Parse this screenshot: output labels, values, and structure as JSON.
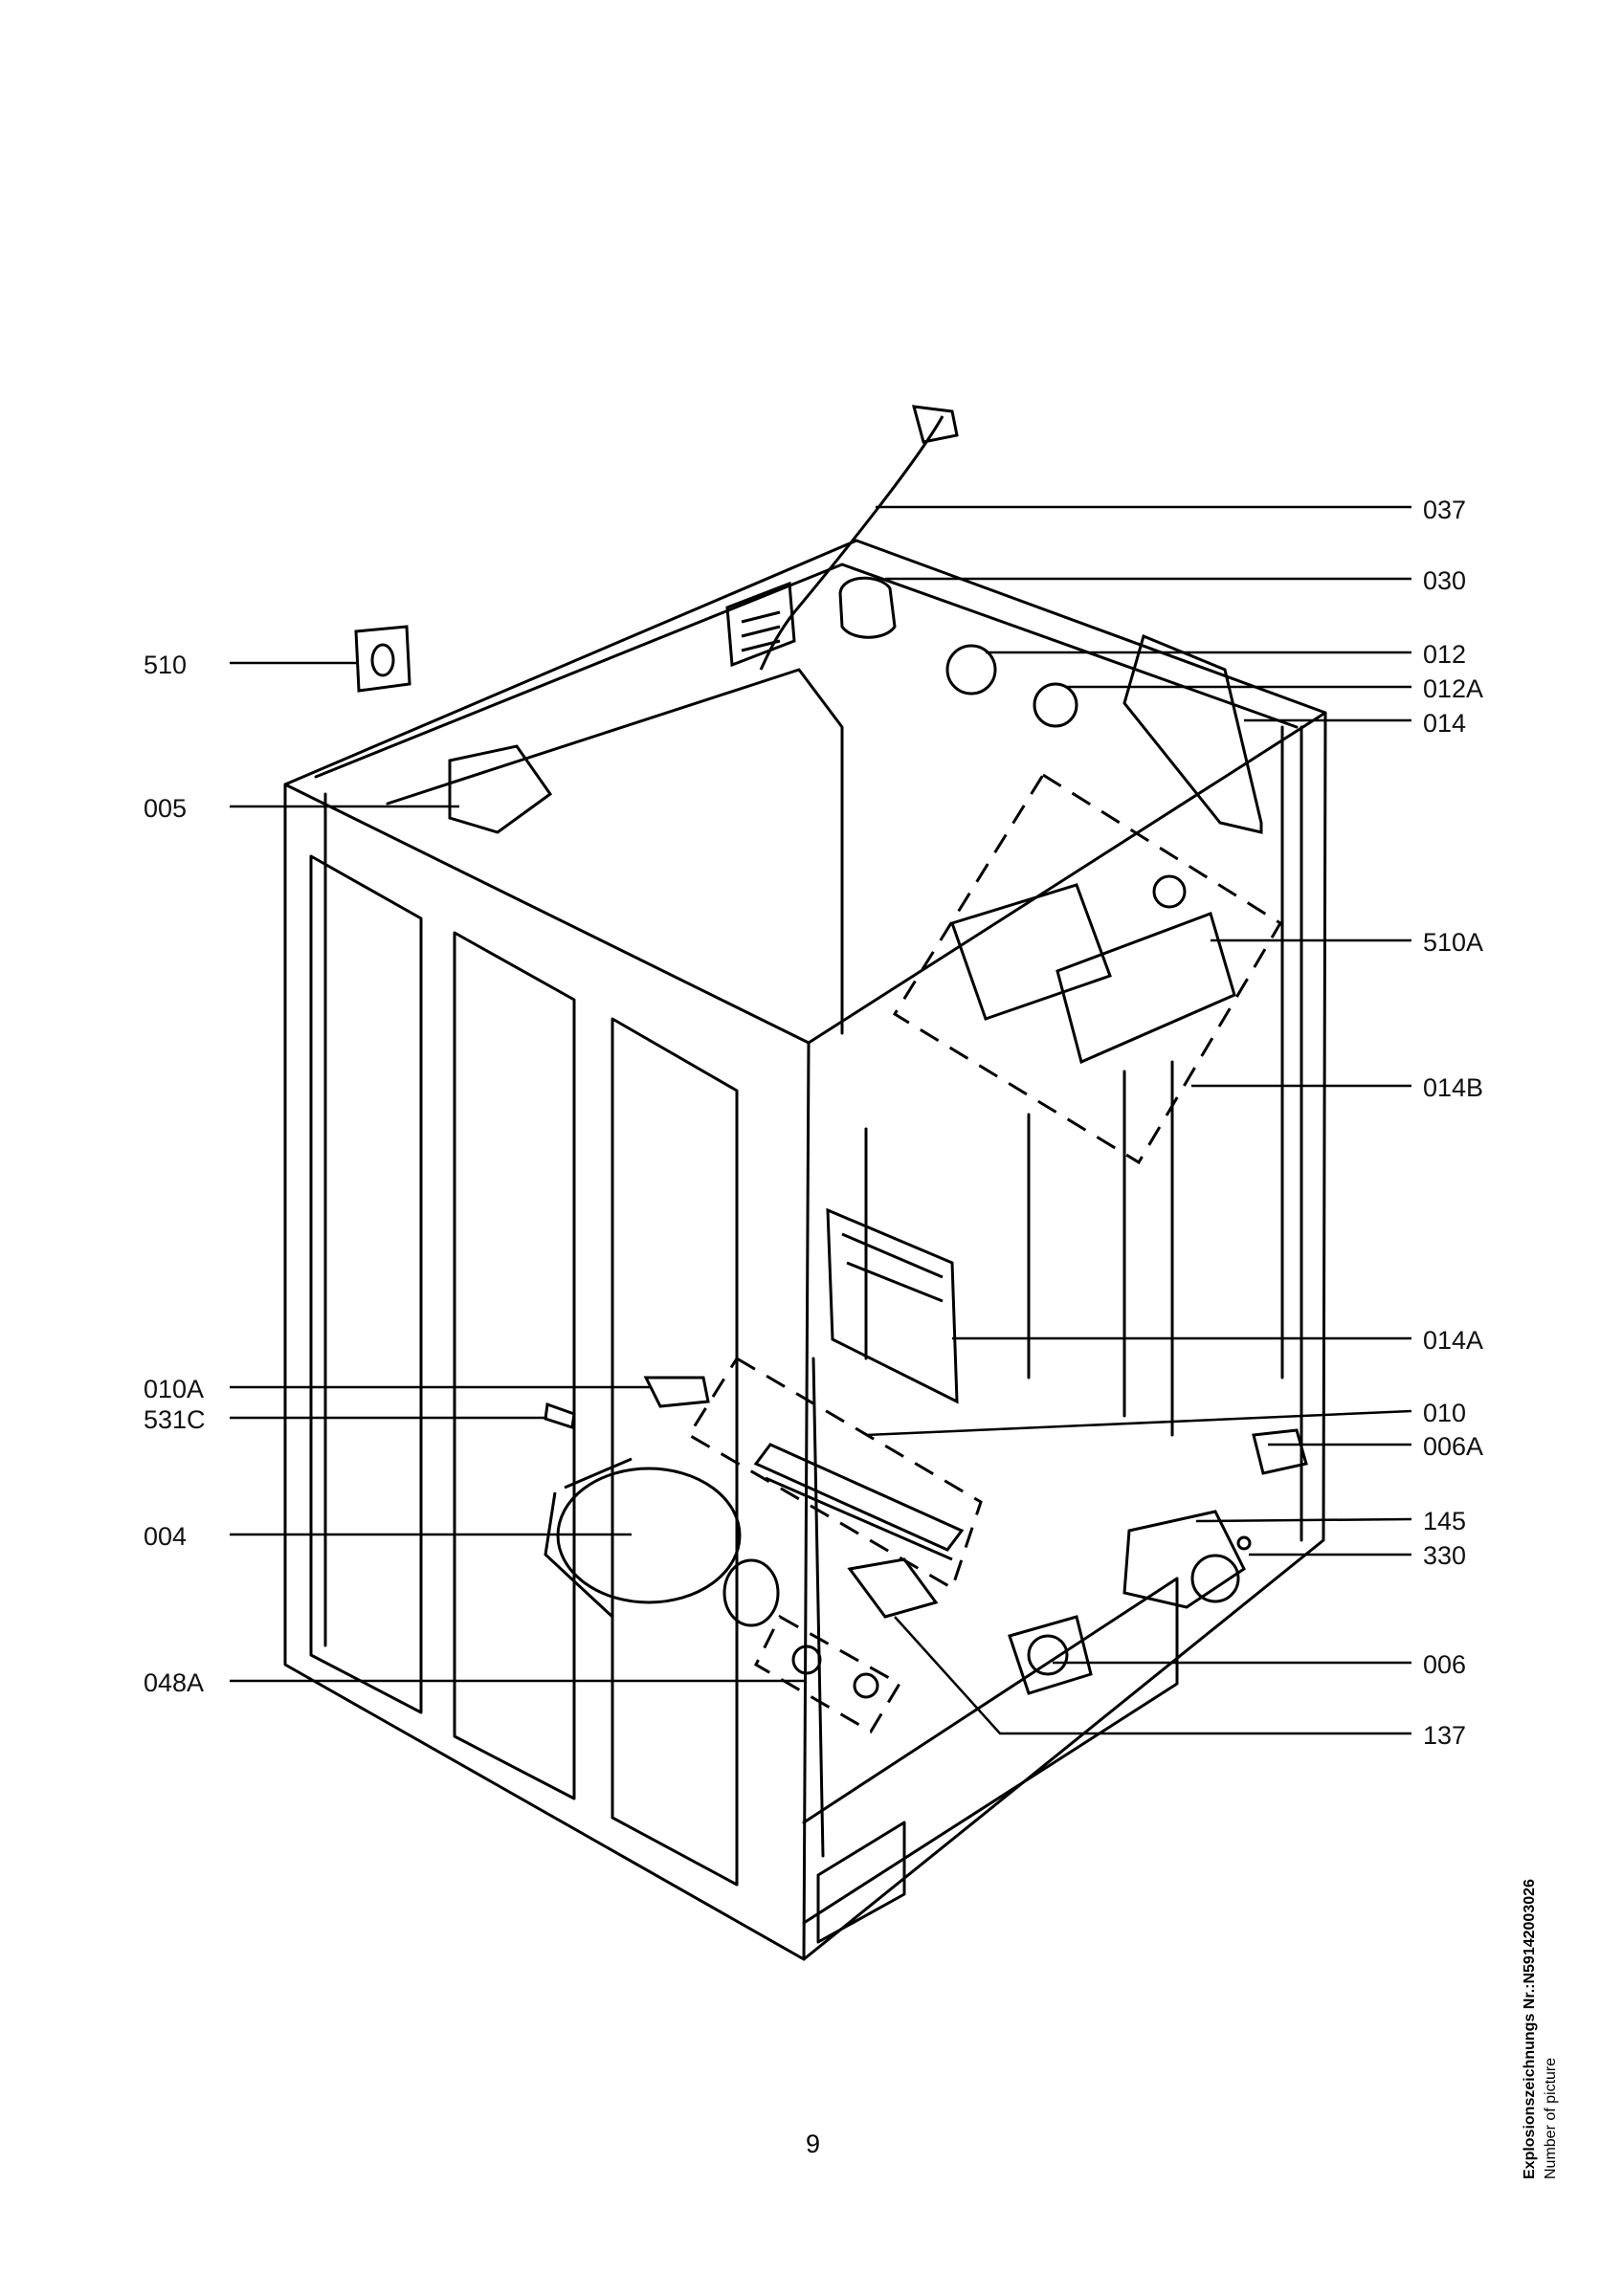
{
  "callouts_right": [
    {
      "id": "037",
      "label": "037"
    },
    {
      "id": "030",
      "label": "030"
    },
    {
      "id": "012",
      "label": "012"
    },
    {
      "id": "012A",
      "label": "012A"
    },
    {
      "id": "014",
      "label": "014"
    },
    {
      "id": "510A",
      "label": "510A"
    },
    {
      "id": "014B",
      "label": "014B"
    },
    {
      "id": "014A",
      "label": "014A"
    },
    {
      "id": "010",
      "label": "010"
    },
    {
      "id": "006A",
      "label": "006A"
    },
    {
      "id": "145",
      "label": "145"
    },
    {
      "id": "330",
      "label": "330"
    },
    {
      "id": "006",
      "label": "006"
    },
    {
      "id": "137",
      "label": "137"
    }
  ],
  "callouts_left": [
    {
      "id": "510",
      "label": "510"
    },
    {
      "id": "005",
      "label": "005"
    },
    {
      "id": "010A",
      "label": "010A"
    },
    {
      "id": "531C",
      "label": "531C"
    },
    {
      "id": "004",
      "label": "004"
    },
    {
      "id": "048A",
      "label": "048A"
    }
  ],
  "page_number": "9",
  "side_note": {
    "line1": "Explosionszeichnungs Nr.:N59142003026",
    "line2": "Number of picture"
  }
}
